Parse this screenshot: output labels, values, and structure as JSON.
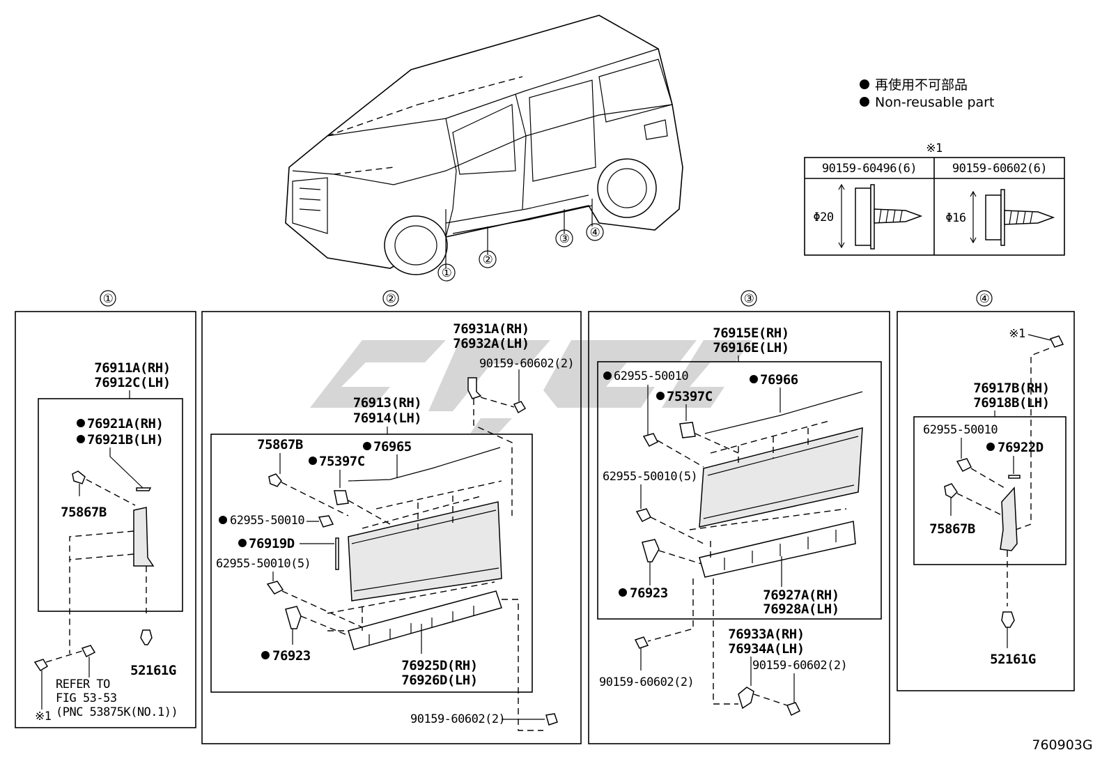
{
  "legend": {
    "line1": "再使用不可部品",
    "line2": "Non-reusable part",
    "dot_color": "#000000"
  },
  "fastener_table": {
    "marker": "※1",
    "col1_header": "90159-60496(6)",
    "col1_dim": "Φ20",
    "col2_header": "90159-60602(6)",
    "col2_dim": "Φ16"
  },
  "vehicle_callouts": [
    "①",
    "②",
    "③",
    "④"
  ],
  "section_titles": [
    "①",
    "②",
    "③",
    "④"
  ],
  "panel1": {
    "assembly_rh": "76911A(RH)",
    "assembly_lh": "76912C(LH)",
    "tape_rh": "76921A(RH)",
    "tape_lh": "76921B(LH)",
    "clip": "75867B",
    "grommet": "52161G",
    "refer1": "REFER TO",
    "refer2": "FIG 53-53",
    "refer3": "(PNC 53875K(NO.1))",
    "ref_marker": "※1"
  },
  "panel2": {
    "bracket_rh": "76931A(RH)",
    "bracket_lh": "76932A(LH)",
    "bracket_screw": "90159-60602(2)",
    "assembly_rh": "76913(RH)",
    "assembly_lh": "76914(LH)",
    "clip1": "75867B",
    "tape": "76965",
    "clip2": "75397C",
    "clip3": "62955-50010",
    "tape2": "76919D",
    "clip4": "62955-50010(5)",
    "retainer_rh": "76925D(RH)",
    "retainer_lh": "76926D(LH)",
    "clip5": "76923",
    "bottom_screw": "90159-60602(2)"
  },
  "panel3": {
    "assembly_rh": "76915E(RH)",
    "assembly_lh": "76916E(LH)",
    "clip1": "62955-50010",
    "tape": "76966",
    "clip2": "75397C",
    "clip3": "62955-50010(5)",
    "clip4": "76923",
    "retainer_rh": "76927A(RH)",
    "retainer_lh": "76928A(LH)",
    "screw": "90159-60602(2)",
    "bracket_rh": "76933A(RH)",
    "bracket_lh": "76934A(LH)",
    "bracket_screw": "90159-60602(2)"
  },
  "panel4": {
    "marker": "※1",
    "assembly_rh": "76917B(RH)",
    "assembly_lh": "76918B(LH)",
    "clip1": "62955-50010",
    "tape": "76922D",
    "clip2": "75867B",
    "grommet": "52161G"
  },
  "drawing_code": "760903G"
}
